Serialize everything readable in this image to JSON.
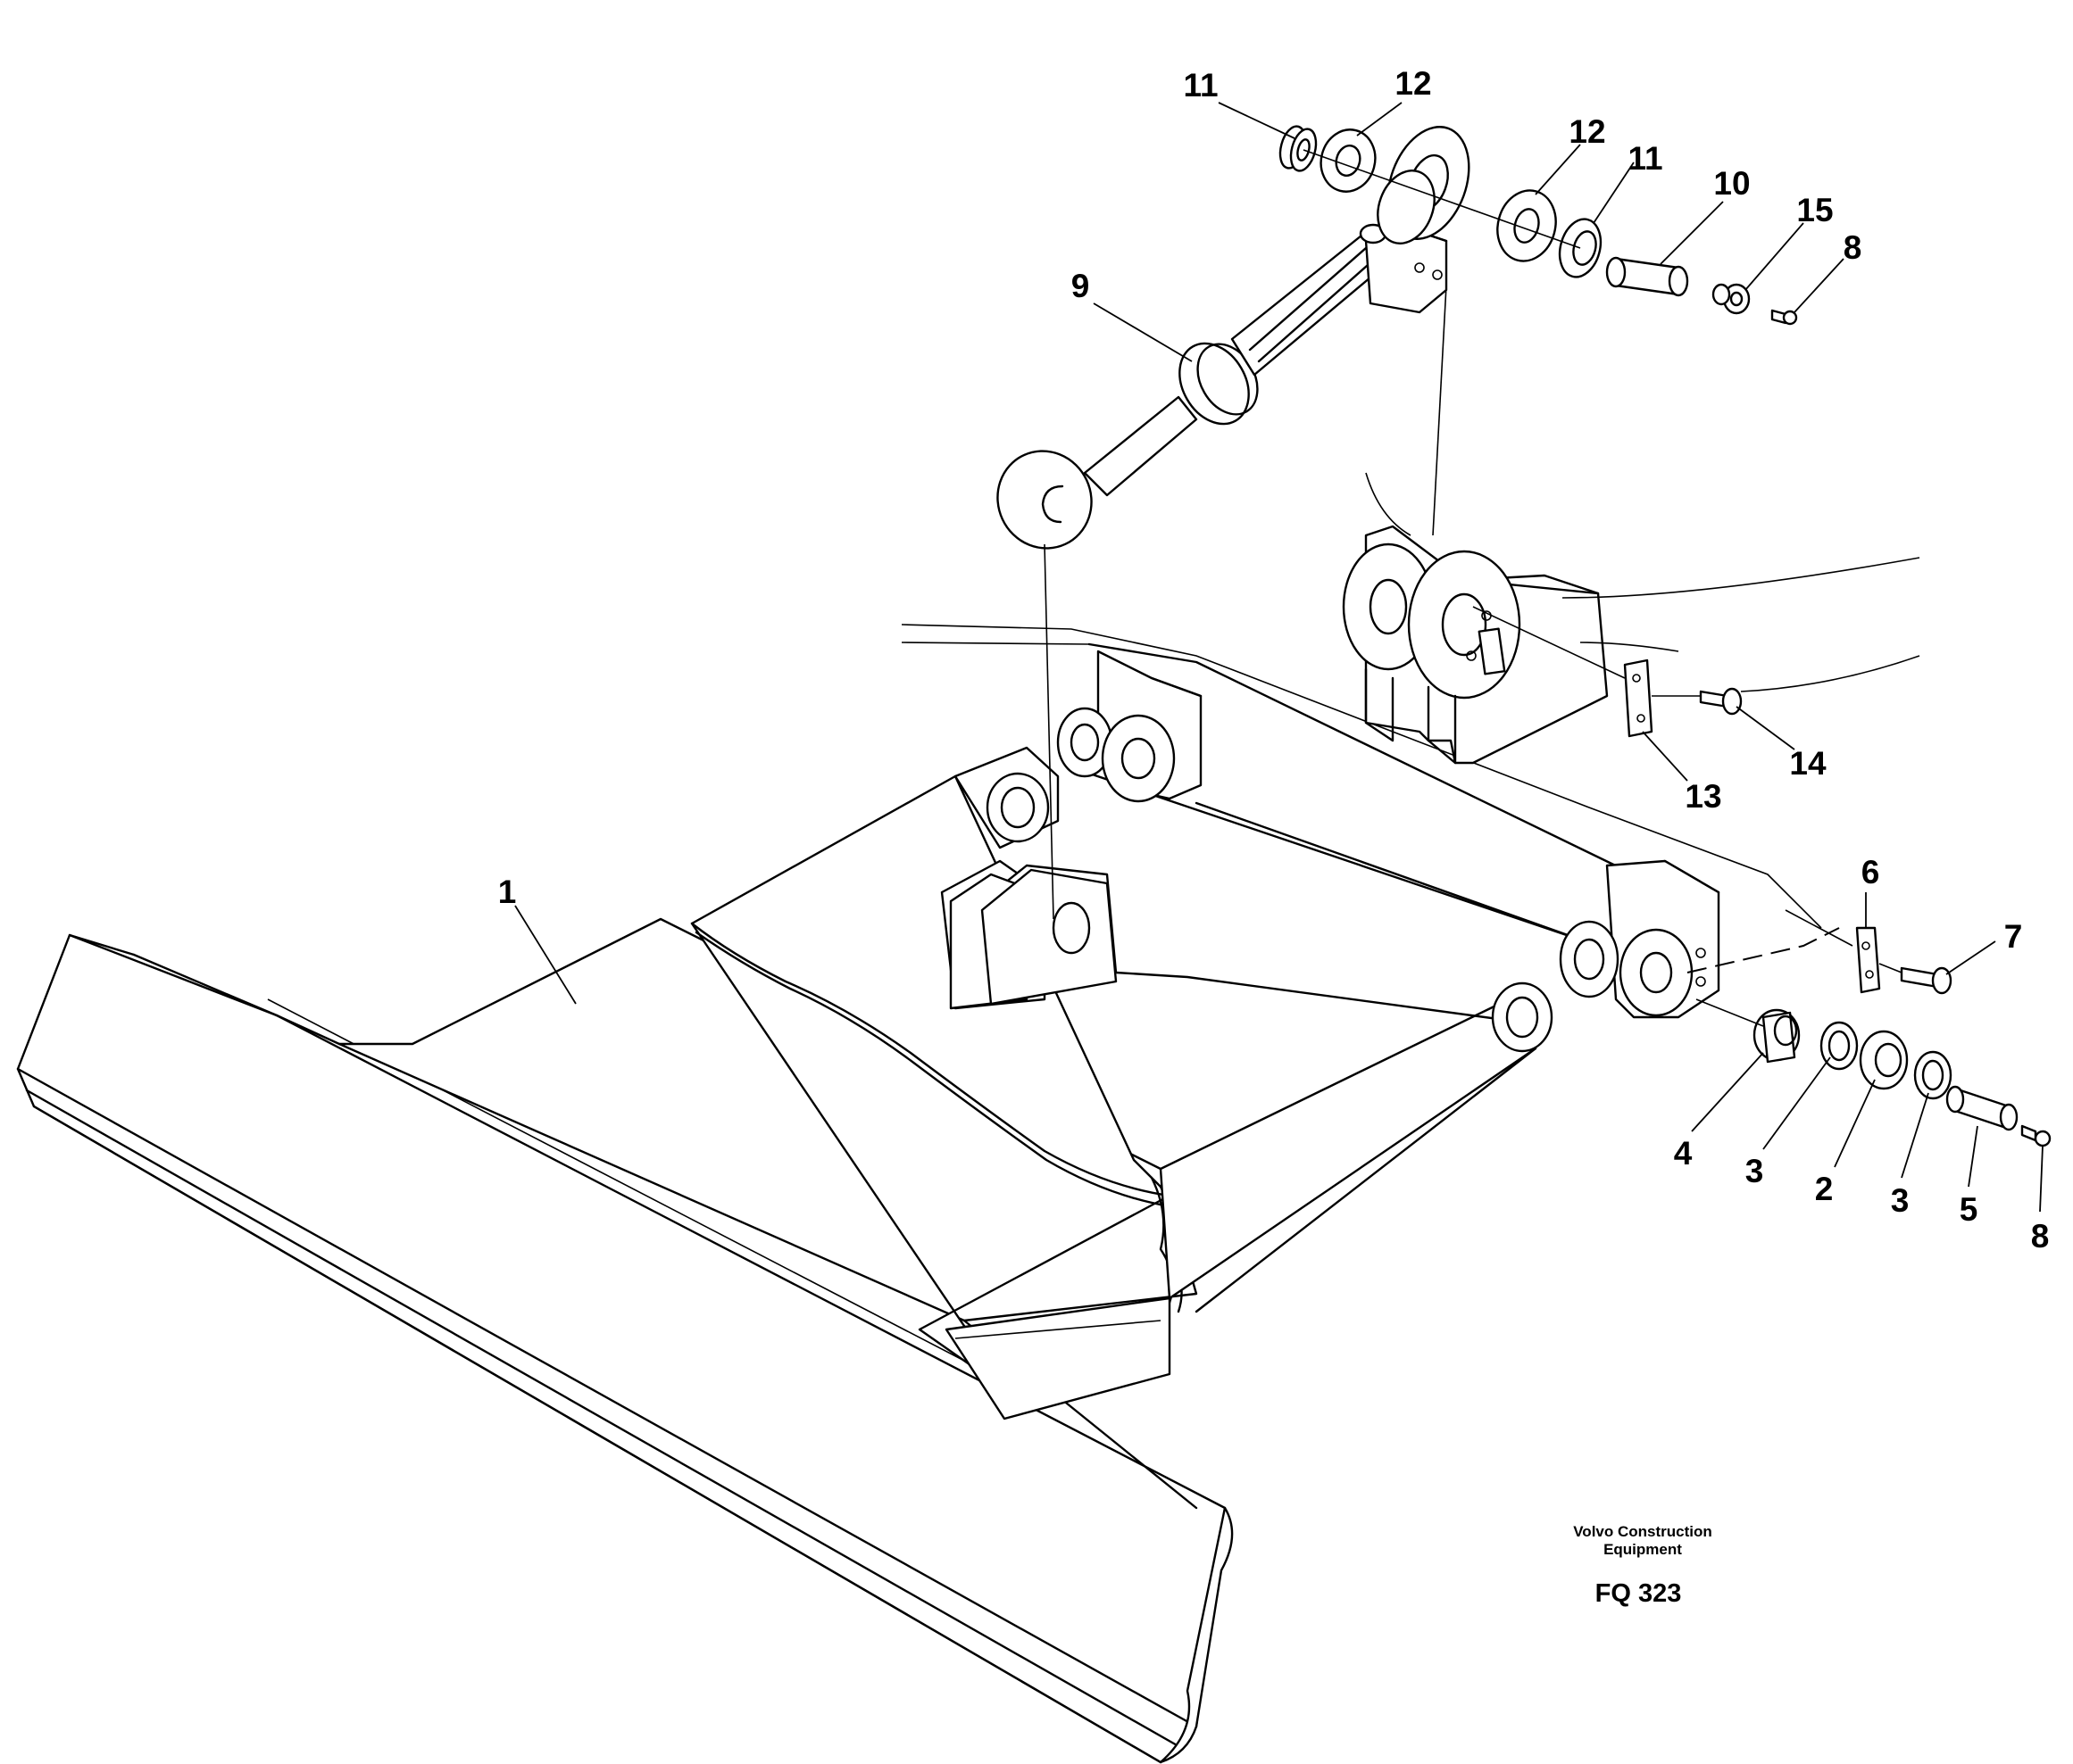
{
  "figure": {
    "brand_line1": "Volvo Construction",
    "brand_line2": "Equipment",
    "figure_code": "FQ 323"
  },
  "callouts": [
    {
      "id": "c1",
      "label": "1"
    },
    {
      "id": "c2",
      "label": "2"
    },
    {
      "id": "c3a",
      "label": "3"
    },
    {
      "id": "c3b",
      "label": "3"
    },
    {
      "id": "c4",
      "label": "4"
    },
    {
      "id": "c5",
      "label": "5"
    },
    {
      "id": "c6",
      "label": "6"
    },
    {
      "id": "c7",
      "label": "7"
    },
    {
      "id": "c8a",
      "label": "8"
    },
    {
      "id": "c8b",
      "label": "8"
    },
    {
      "id": "c9",
      "label": "9"
    },
    {
      "id": "c10",
      "label": "10"
    },
    {
      "id": "c11a",
      "label": "11"
    },
    {
      "id": "c11b",
      "label": "11"
    },
    {
      "id": "c12a",
      "label": "12"
    },
    {
      "id": "c12b",
      "label": "12"
    },
    {
      "id": "c13",
      "label": "13"
    },
    {
      "id": "c14",
      "label": "14"
    },
    {
      "id": "c15",
      "label": "15"
    }
  ]
}
